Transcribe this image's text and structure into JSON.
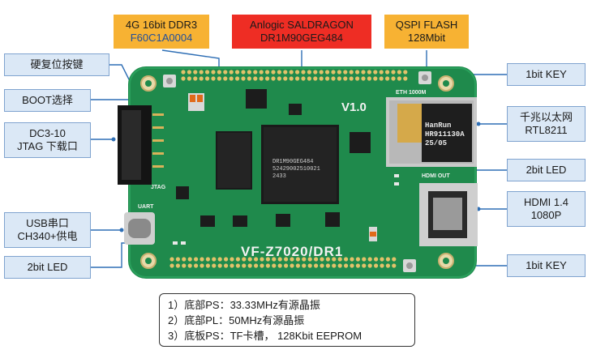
{
  "callouts": {
    "reset_key": "硬复位按键",
    "boot_select": "BOOT选择",
    "jtag_line1": "DC3-10",
    "jtag_line2": "JTAG 下载口",
    "usb_line1": "USB串口",
    "usb_line2": "CH340+供电",
    "led_left": "2bit LED",
    "ddr_line1": "4G 16bit DDR3",
    "ddr_line2": "F60C1A0004",
    "fpga_line1": "Anlogic SALDRAGON",
    "fpga_line2": "DR1M90GEG484",
    "flash_line1": "QSPI FLASH",
    "flash_line2": "128Mbit",
    "key_top": "1bit KEY",
    "eth_line1": "千兆以太网",
    "eth_line2": "RTL8211",
    "led_right": "2bit LED",
    "hdmi_line1": "HDMI 1.4",
    "hdmi_line2": "1080P",
    "key_bottom": "1bit KEY"
  },
  "notes": [
    "1）底部PS：33.33MHz有源晶振",
    "2）底部PL：50MHz有源晶振",
    "3）底板PS：TF卡槽， 128Kbit EEPROM"
  ],
  "board": {
    "version": "V1.0",
    "model": "VF-Z7020/DR1",
    "fpga_chip": [
      "DR1M90GEG484",
      "52429002510021",
      "2433"
    ],
    "eth_chip": [
      "HanRun",
      "HR911130A",
      "25/05"
    ],
    "jtag_label": "JTAG",
    "uart_label": "UART",
    "hdmi_label": "HDMI OUT",
    "eth_label": "ETH 1000M"
  },
  "colors": {
    "pcb": "#1f8a4c",
    "callout_fill": "#dbe8f6",
    "callout_border": "#7fa3cf",
    "highlight_orange": "#f7b233",
    "highlight_red": "#ee2d24",
    "leader_line": "#2f6fb5"
  }
}
